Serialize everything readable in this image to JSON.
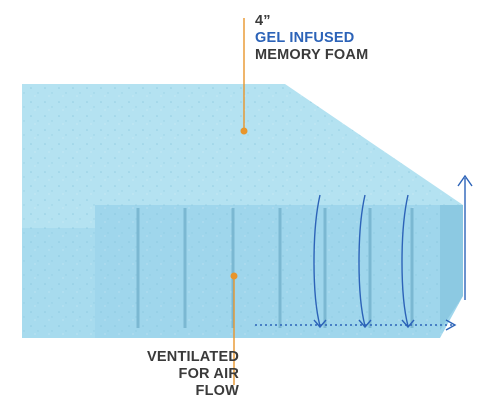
{
  "callout_top": {
    "line1": "4”",
    "line2": "GEL INFUSED",
    "line3": "MEMORY FOAM"
  },
  "callout_bottom": {
    "line1": "VENTILATED",
    "line2": "FOR AIR FLOW"
  },
  "colors": {
    "foam_top": "#b4e2f1",
    "foam_front": "#9fd6ec",
    "foam_side": "#8cc9e2",
    "leader_line": "#e8952b",
    "airflow_arrow": "#2c63b8",
    "text_dark": "#3a3a3a",
    "text_blue": "#2c63b8"
  },
  "icons": [
    "airflow-arrow-icon",
    "leader-dot-icon"
  ]
}
